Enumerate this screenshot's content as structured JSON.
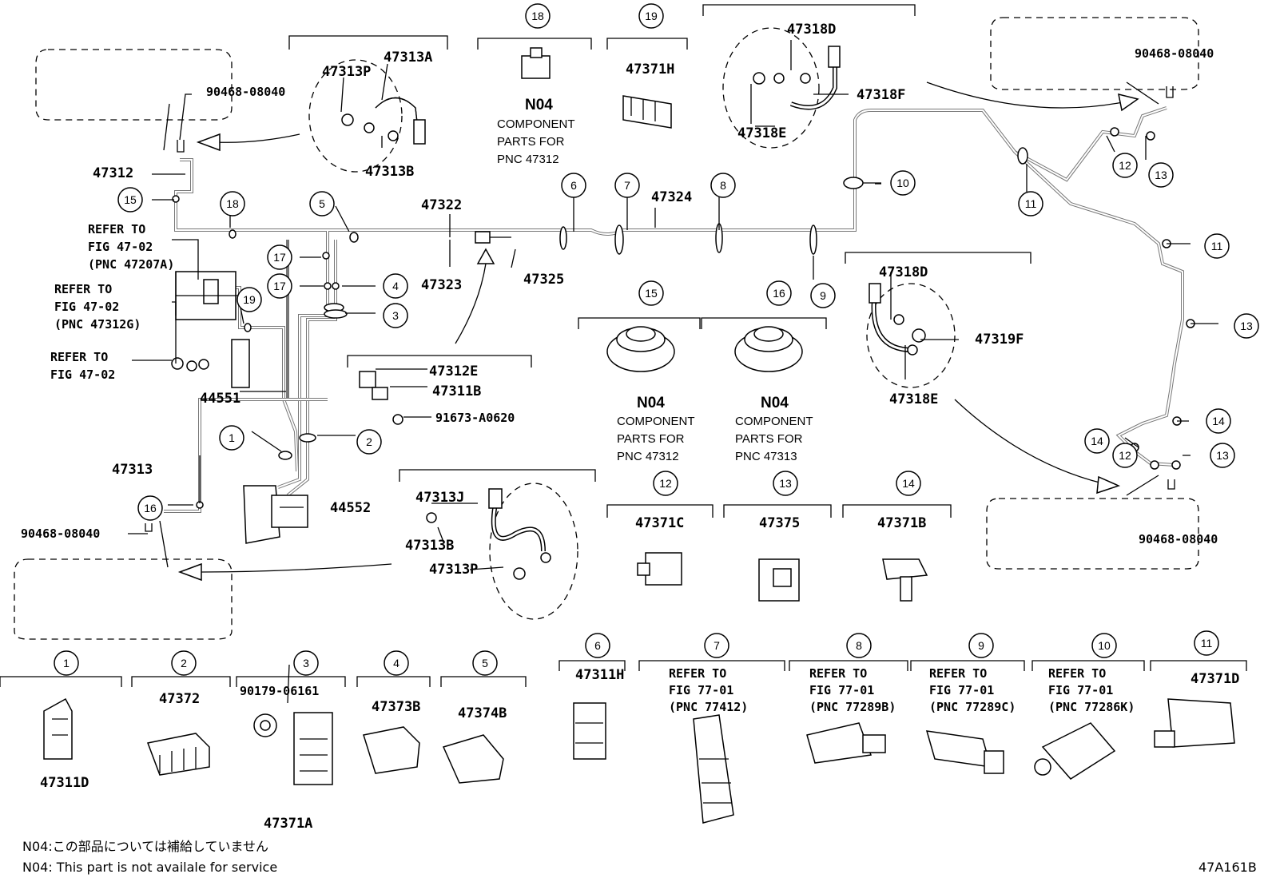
{
  "callouts": [
    "1",
    "2",
    "3",
    "4",
    "5",
    "6",
    "7",
    "8",
    "9",
    "10",
    "11",
    "12",
    "13",
    "14",
    "15",
    "16",
    "17",
    "18",
    "19"
  ],
  "parts": {
    "p47313A": "47313A",
    "p47313P_top": "47313P",
    "p47313B_top": "47313B",
    "p90468_tl": "90468-08040",
    "p47312": "47312",
    "p47322": "47322",
    "p47323": "47323",
    "p47325": "47325",
    "p47324": "47324",
    "p47318D_top": "47318D",
    "p47318F": "47318F",
    "p47318E_top": "47318E",
    "p90468_tr": "90468-08040",
    "p47318D_mid": "47318D",
    "p47319F": "47319F",
    "p47318E_mid": "47318E",
    "p90468_r": "90468-08040",
    "p47371H": "47371H",
    "p47312E": "47312E",
    "p47311B": "47311B",
    "p91673": "91673-A0620",
    "p44551": "44551",
    "p44552": "44552",
    "p47313": "47313",
    "p90468_l": "90468-08040",
    "p47313J": "47313J",
    "p47313B_bot": "47313B",
    "p47313P_bot": "47313P",
    "p47371C": "47371C",
    "p47375": "47375",
    "p47371B": "47371B",
    "p47311D": "47311D",
    "p47372": "47372",
    "p90179": "90179-06161",
    "p47371A": "47371A",
    "p47373B": "47373B",
    "p47374B": "47374B",
    "p47311H": "47311H",
    "p47371D": "47371D"
  },
  "refer": {
    "r1": [
      "REFER TO",
      "FIG 47-02",
      "(PNC 47207A)"
    ],
    "r2": [
      "REFER TO",
      "FIG 47-02",
      "(PNC 47312G)"
    ],
    "r3": [
      "REFER TO",
      "FIG 47-02"
    ],
    "r7": [
      "REFER TO",
      "FIG 77-01",
      "(PNC 77412)"
    ],
    "r8": [
      "REFER TO",
      "FIG 77-01",
      "(PNC 77289B)"
    ],
    "r9": [
      "REFER TO",
      "FIG 77-01",
      "(PNC 77289C)"
    ],
    "r10": [
      "REFER TO",
      "FIG 77-01",
      "(PNC 77286K)"
    ]
  },
  "n04_code": "N04",
  "component_lines": {
    "c18": [
      "COMPONENT",
      "PARTS FOR",
      "PNC 47312"
    ],
    "c15": [
      "COMPONENT",
      "PARTS FOR",
      "PNC 47312"
    ],
    "c16": [
      "COMPONENT",
      "PARTS FOR",
      "PNC 47313"
    ]
  },
  "notes": {
    "jp": "N04:この部品については補給していません",
    "en": "N04: This part is not availale for service"
  },
  "figure_code": "47A161B"
}
